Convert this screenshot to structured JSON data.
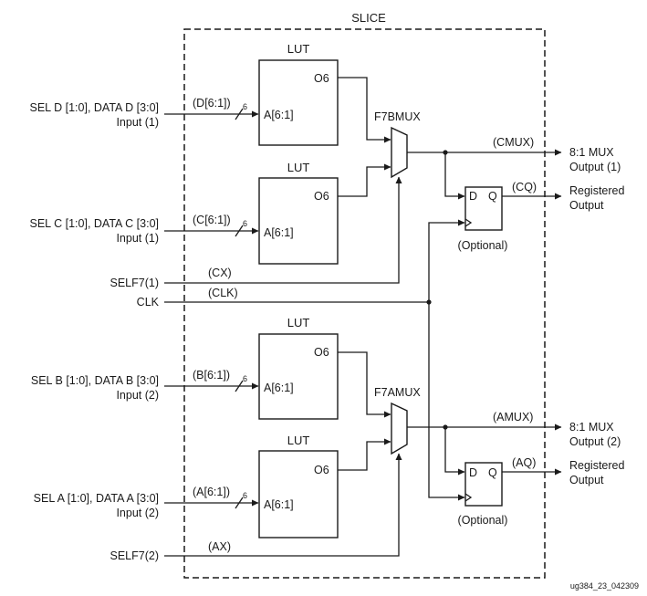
{
  "slice_label": "SLICE",
  "lut_label": "LUT",
  "lut_out_port": "O6",
  "lut_in_port": "A[6:1]",
  "bus_width": "6",
  "luts": [
    {
      "input_line1": "SEL D [1:0], DATA D [3:0]",
      "input_line2": "Input (1)",
      "bus": "(D[6:1])"
    },
    {
      "input_line1": "SEL C [1:0], DATA C [3:0]",
      "input_line2": "Input (1)",
      "bus": "(C[6:1])"
    },
    {
      "input_line1": "SEL B [1:0], DATA B [3:0]",
      "input_line2": "Input (2)",
      "bus": "(B[6:1])"
    },
    {
      "input_line1": "SEL A [1:0], DATA A [3:0]",
      "input_line2": "Input (2)",
      "bus": "(A[6:1])"
    }
  ],
  "muxes": [
    {
      "label": "F7BMUX",
      "sel_input": "SELF7(1)",
      "sel_net": "(CX)",
      "out_net": "(CMUX)",
      "out_line1": "8:1 MUX",
      "out_line2": "Output (1)"
    },
    {
      "label": "F7AMUX",
      "sel_input": "SELF7(2)",
      "sel_net": "(AX)",
      "out_net": "(AMUX)",
      "out_line1": "8:1 MUX",
      "out_line2": "Output (2)"
    }
  ],
  "flipflops": [
    {
      "d": "D",
      "q": "Q",
      "q_net": "(CQ)",
      "note": "(Optional)",
      "out_line1": "Registered",
      "out_line2": "Output"
    },
    {
      "d": "D",
      "q": "Q",
      "q_net": "(AQ)",
      "note": "(Optional)",
      "out_line1": "Registered",
      "out_line2": "Output"
    }
  ],
  "clock": {
    "input": "CLK",
    "net": "(CLK)"
  },
  "figure_id": "ug384_23_042309"
}
